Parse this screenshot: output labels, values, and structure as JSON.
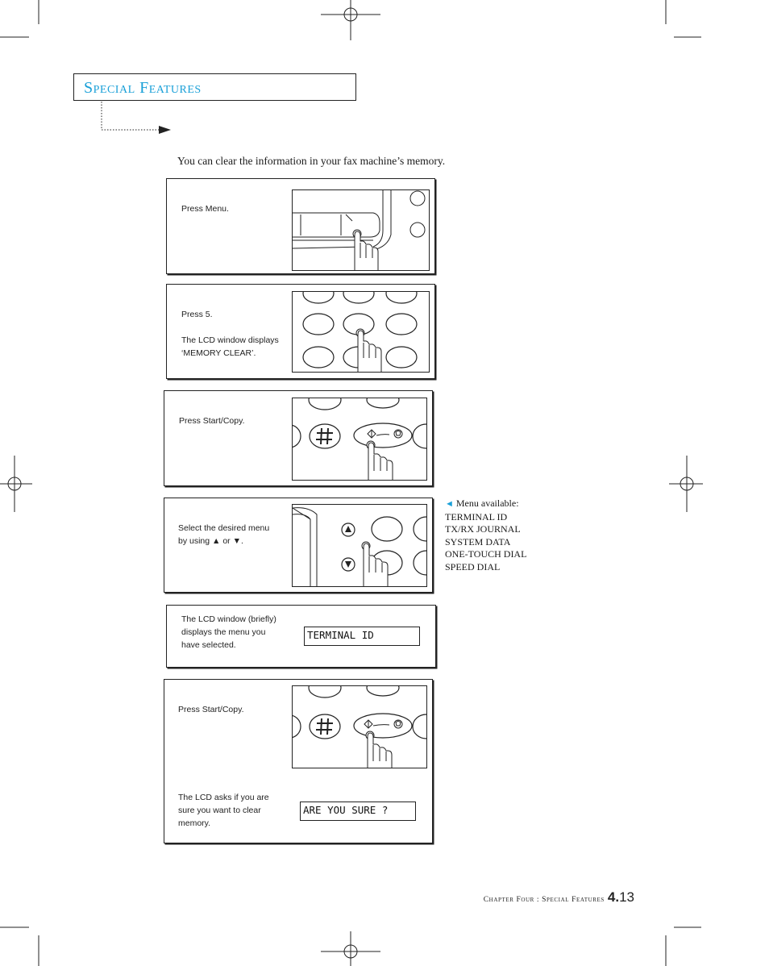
{
  "header": {
    "title": "Special Features"
  },
  "intro": "You can clear the information in your fax machine’s memory.",
  "steps": [
    {
      "text": "Press Menu."
    },
    {
      "text": "Press 5.\n\nThe LCD window displays\n‘MEMORY CLEAR’."
    },
    {
      "text": "Press Start/Copy."
    },
    {
      "text": "Select the desired menu\nby using ▲ or ▼."
    },
    {
      "text": "The LCD window (briefly)\ndisplays the menu you\nhave selected.",
      "lcd": "TERMINAL ID"
    },
    {
      "text": "Press Start/Copy.",
      "text2": "The LCD asks if you are\nsure you want to clear\nmemory.",
      "lcd": "ARE YOU SURE ?"
    }
  ],
  "side_note": {
    "heading": "Menu available:",
    "items": [
      "TERMINAL ID",
      "TX/RX JOURNAL",
      "SYSTEM DATA",
      "ONE-TOUCH DIAL",
      "SPEED DIAL"
    ]
  },
  "footer": {
    "chapter": "Chapter Four : Special Features",
    "page_prefix": "4.",
    "page_number": "13"
  },
  "colors": {
    "accent": "#1aa0d8",
    "ink": "#222222"
  }
}
